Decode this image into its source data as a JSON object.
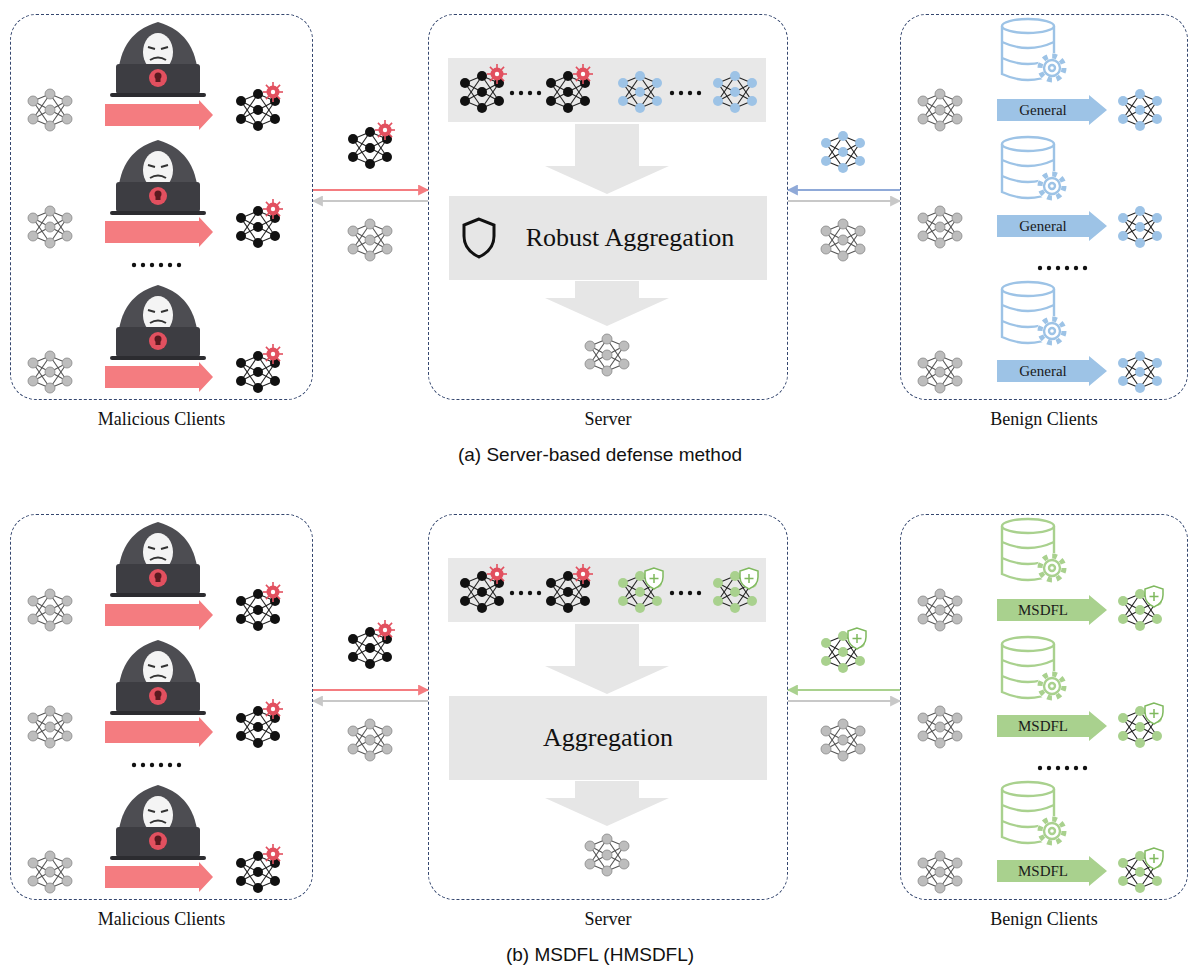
{
  "diagram": {
    "nodes": [
      {
        "text": [
          "Malicious Clients"
        ]
      },
      {
        "text": [
          "Server"
        ]
      },
      {
        "text": [
          "Robust Aggregation"
        ],
        "in": 1
      },
      {
        "text": [
          "Benign Clients"
        ]
      },
      {
        "text": [
          "General"
        ],
        "in": 3
      },
      {
        "text": [
          "General"
        ],
        "in": 3
      },
      {
        "text": [
          "General"
        ],
        "in": 3
      },
      {
        "text": [
          "Malicious Clients"
        ]
      },
      {
        "text": [
          "Server"
        ]
      },
      {
        "text": [
          "Aggregation"
        ],
        "in": 8
      },
      {
        "text": [
          "Benign Clients"
        ]
      },
      {
        "text": [
          "MSDFL"
        ],
        "in": 10
      },
      {
        "text": [
          "MSDFL"
        ],
        "in": 10
      },
      {
        "text": [
          "MSDFL"
        ],
        "in": 10
      }
    ],
    "edges": [
      {
        "from": 0,
        "to": 1,
        "arrow": "to"
      },
      {
        "from": 1,
        "to": 0,
        "arrow": "to"
      },
      {
        "from": 3,
        "to": 1,
        "arrow": "to"
      },
      {
        "from": 1,
        "to": 3,
        "arrow": "to"
      },
      {
        "from": 7,
        "to": 8,
        "arrow": "to"
      },
      {
        "from": 8,
        "to": 7,
        "arrow": "to"
      },
      {
        "from": 10,
        "to": 8,
        "arrow": "to"
      },
      {
        "from": 8,
        "to": 10,
        "arrow": "to"
      }
    ],
    "labels": [
      "(a) Server-based defense method",
      "(b) MSDFL (HMSDFL)"
    ]
  }
}
